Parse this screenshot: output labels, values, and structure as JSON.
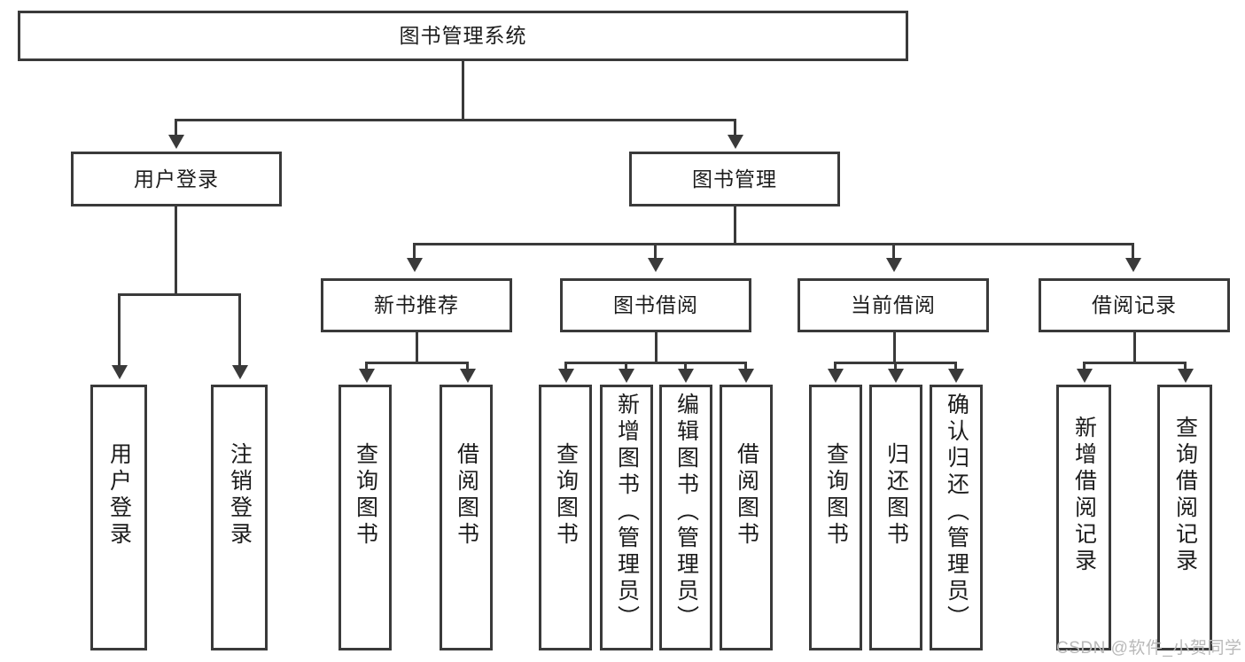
{
  "diagram": {
    "title": "图书管理系统",
    "type": "hierarchy-tree",
    "colors": {
      "stroke": "#3a3a3a",
      "fill": "#ffffff",
      "text": "#1c1c1c",
      "watermark": "#b9b9b9"
    },
    "root": {
      "label": "图书管理系统"
    },
    "level2": [
      {
        "label": "用户登录"
      },
      {
        "label": "图书管理"
      }
    ],
    "level3": [
      {
        "label": "新书推荐"
      },
      {
        "label": "图书借阅"
      },
      {
        "label": "当前借阅"
      },
      {
        "label": "借阅记录"
      }
    ],
    "leaves": {
      "user_login": [
        {
          "label": "用户登录"
        },
        {
          "label": "注销登录"
        }
      ],
      "new_book_recommend": [
        {
          "label": "查询图书"
        },
        {
          "label": "借阅图书"
        }
      ],
      "book_borrow": [
        {
          "label": "查询图书"
        },
        {
          "label": "新增图书（管理员）"
        },
        {
          "label": "编辑图书（管理员）"
        },
        {
          "label": "借阅图书"
        }
      ],
      "current_borrow": [
        {
          "label": "查询图书"
        },
        {
          "label": "归还图书"
        },
        {
          "label": "确认归还（管理员）"
        }
      ],
      "borrow_record": [
        {
          "label": "新增借阅记录"
        },
        {
          "label": "查询借阅记录"
        }
      ]
    }
  },
  "watermark": {
    "text": "CSDN @软件_小贺同学"
  }
}
